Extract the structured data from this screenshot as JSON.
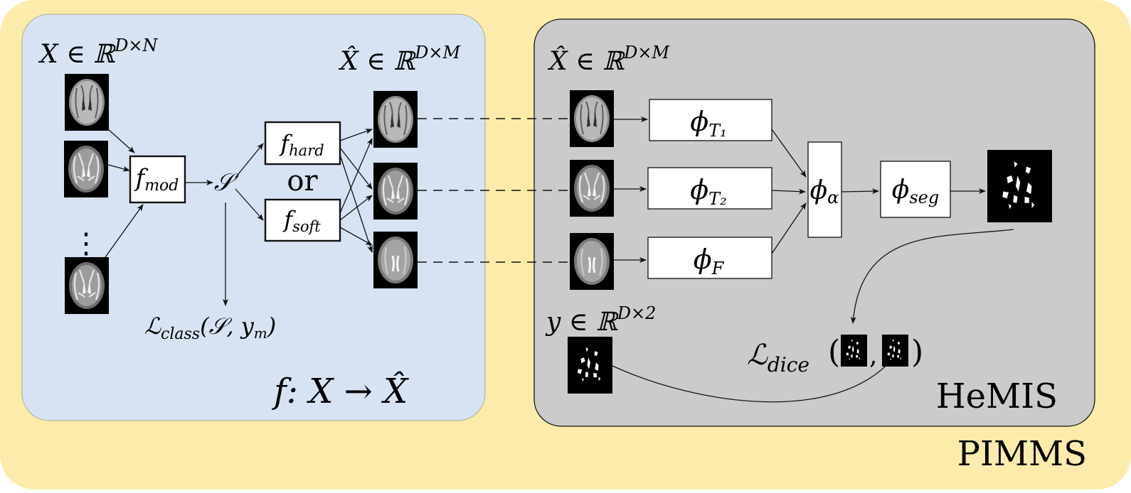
{
  "colors": {
    "outer_panel": "#fcebaa",
    "left_panel": "#d7e3f3",
    "right_panel": "#cbcbcb",
    "box_fill": "#ffffff",
    "stroke": "#111111",
    "mri_bg": "#000000",
    "mri_tissue": "#9a9a9a"
  },
  "labels": {
    "pimms": "PIMMS",
    "hemis": "HeMIS",
    "or": "or",
    "input_x": "X ∈ ℝ",
    "input_x_sup": "D×N",
    "xhat_left": "X̂ ∈ ℝ",
    "xhat_left_sup": "D×M",
    "xhat_right": "X̂ ∈ ℝ",
    "xhat_right_sup": "D×M",
    "y_target": "y ∈ ℝ",
    "y_target_sup": "D×2",
    "mapping": "f: X → X̂",
    "s_symbol": "𝒮"
  },
  "boxes": {
    "f_mod": {
      "base": "f",
      "sub": "mod"
    },
    "f_hard": {
      "base": "f",
      "sub": "hard"
    },
    "f_soft": {
      "base": "f",
      "sub": "soft"
    },
    "phi_t1": {
      "base": "ϕ",
      "sub": "T₁"
    },
    "phi_t2": {
      "base": "ϕ",
      "sub": "T₂"
    },
    "phi_f": {
      "base": "ϕ",
      "sub": "F"
    },
    "phi_alpha": {
      "base": "ϕ",
      "sub": "α"
    },
    "phi_seg": {
      "base": "ϕ",
      "sub": "seg"
    }
  },
  "losses": {
    "class": {
      "base": "ℒ",
      "sub": "class",
      "args": "(𝒮, y",
      "arg_sub": "m",
      "close": ")"
    },
    "dice": {
      "base": "ℒ",
      "sub": "dice",
      "open": "(",
      "comma": ",",
      "close": ")"
    }
  },
  "images": {
    "inputs": [
      "t1-mri-icon",
      "t2-mri-icon",
      "flair-mri-icon"
    ],
    "dots": "⋮"
  }
}
